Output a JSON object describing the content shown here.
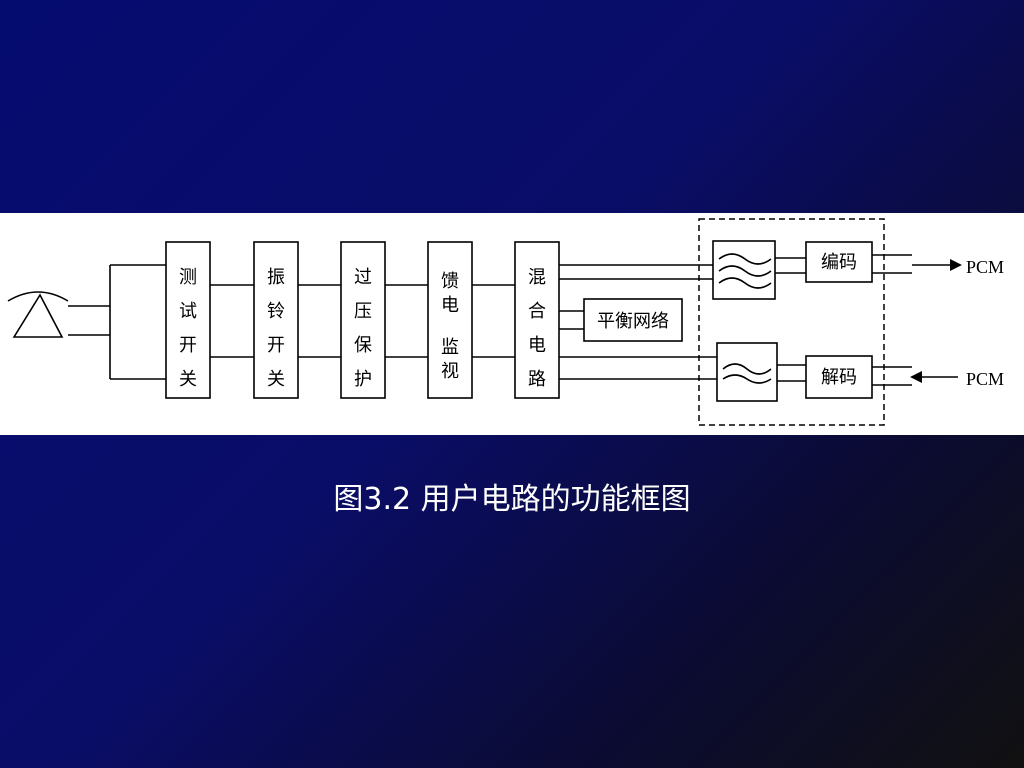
{
  "diagram": {
    "blocks": [
      {
        "id": "test-switch",
        "lines": [
          "测",
          "试",
          "开",
          "关"
        ]
      },
      {
        "id": "ring-switch",
        "lines": [
          "振",
          "铃",
          "开",
          "关"
        ]
      },
      {
        "id": "overvoltage",
        "lines": [
          "过",
          "压",
          "保",
          "护"
        ]
      },
      {
        "id": "feed-monitor",
        "lines": [
          "馈",
          "电",
          "监",
          "视"
        ]
      },
      {
        "id": "hybrid",
        "lines": [
          "混",
          "合",
          "电",
          "路"
        ]
      }
    ],
    "balance_network": "平衡网络",
    "encoder": "编码",
    "decoder": "解码",
    "pcm_out": "PCM",
    "pcm_in": "PCM"
  },
  "caption": "图3.2  用户电路的功能框图",
  "colors": {
    "background_start": "#050c70",
    "background_end": "#111111",
    "band": "#ffffff"
  }
}
